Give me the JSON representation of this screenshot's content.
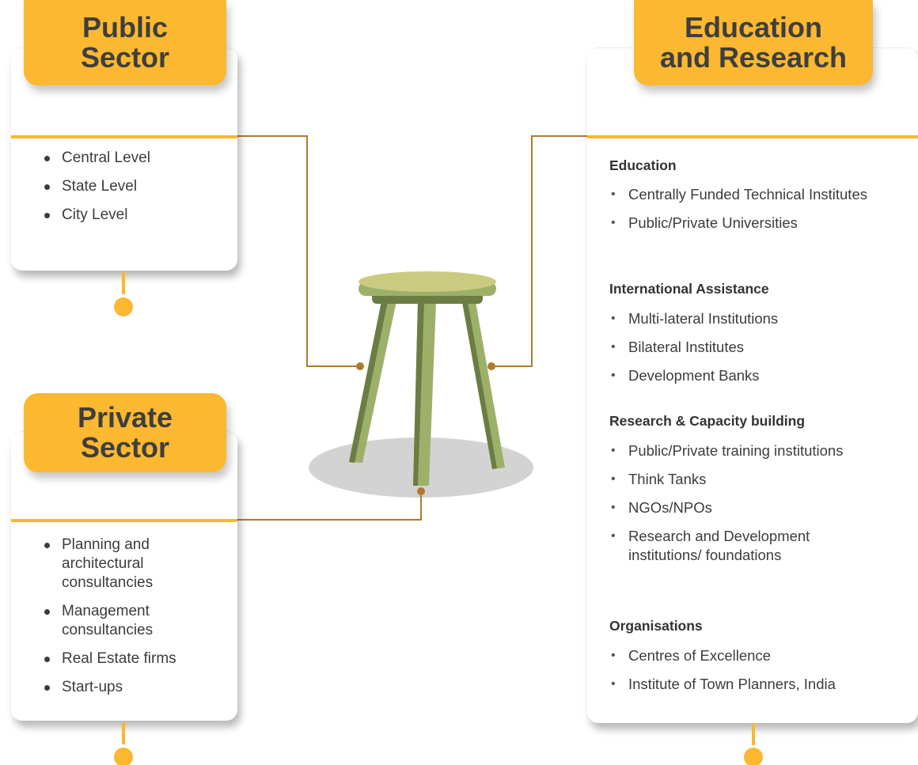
{
  "public_sector": {
    "title_line1": "Public",
    "title_line2": "Sector",
    "items": [
      "Central Level",
      "State Level",
      "City Level"
    ]
  },
  "private_sector": {
    "title_line1": "Private",
    "title_line2": "Sector",
    "items": [
      "Planning and architectural consultancies",
      "Management consultancies",
      "Real Estate firms",
      "Start-ups"
    ]
  },
  "education_research": {
    "title_line1": "Education",
    "title_line2": "and Research",
    "sections": [
      {
        "heading": "Education",
        "items": [
          "Centrally Funded Technical Institutes",
          "Public/Private Universities"
        ]
      },
      {
        "heading": "International Assistance",
        "items": [
          "Multi-lateral Institutions",
          "Bilateral Institutes",
          "Development Banks"
        ]
      },
      {
        "heading": "Research & Capacity building",
        "items": [
          "Public/Private training institutions",
          "Think Tanks",
          "NGOs/NPOs",
          "Research and Development institutions/ foundations"
        ]
      },
      {
        "heading": "Organisations",
        "items": [
          "Centres of Excellence",
          "Institute of Town Planners, India"
        ]
      }
    ]
  },
  "colors": {
    "accent_yellow": "#fbb830",
    "connector_brown": "#b07a2e",
    "stool_seat": "#c9cc7f",
    "stool_leg_light": "#9db06a",
    "stool_leg_dark": "#6b7d42",
    "shadow_grey": "#d3d3d3"
  }
}
